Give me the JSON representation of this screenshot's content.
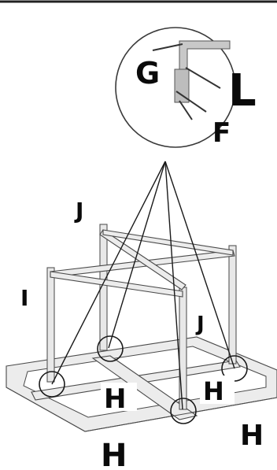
{
  "figure": {
    "labels": {
      "G": "G",
      "L": "L",
      "F": "F",
      "J_top": "J",
      "J_mid": "J",
      "I": "I",
      "H_left": "H",
      "H_right": "H",
      "H_far_right": "H",
      "H_bottom": "H"
    },
    "colors": {
      "line": "#1a1a1a",
      "frame": "#4a4a4a",
      "fill": "#ececec"
    }
  }
}
